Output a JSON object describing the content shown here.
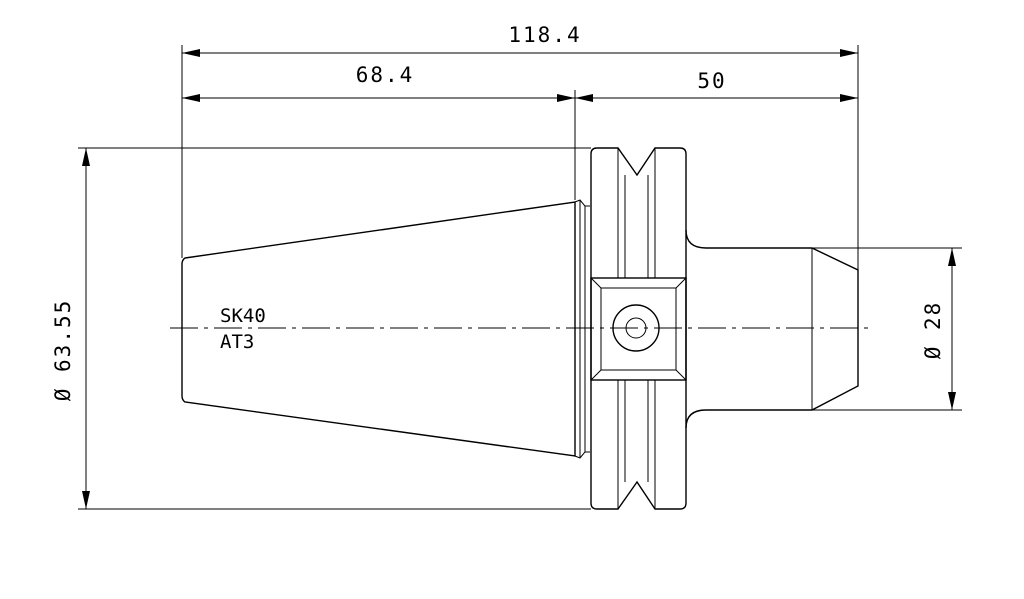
{
  "dimensions": {
    "overall_length": "118.4",
    "taper_length": "68.4",
    "shank_length": "50",
    "flange_diameter": "Ø 63.55",
    "shank_diameter": "Ø 28"
  },
  "part_label": {
    "line1": "SK40",
    "line2": "AT3"
  }
}
